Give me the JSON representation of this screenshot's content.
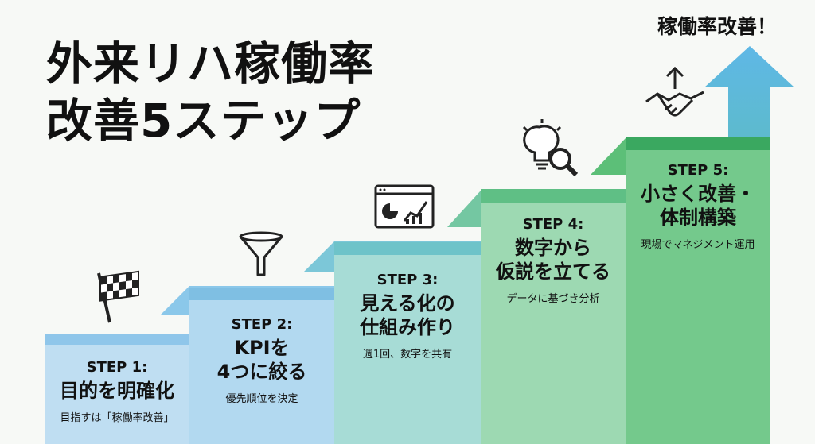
{
  "title_line1": "外来リハ稼働率",
  "title_line2": "改善5ステップ",
  "goal": "稼働率改善！",
  "steps": [
    {
      "num": "STEP 1:",
      "head1": "目的を明確化",
      "head2": "",
      "sub": "目指すは「稼働率改善」",
      "icon": "checkered-flag-icon"
    },
    {
      "num": "STEP 2:",
      "head1": "KPIを",
      "head2": "4つに絞る",
      "sub": "優先順位を決定",
      "icon": "funnel-icon"
    },
    {
      "num": "STEP 3:",
      "head1": "見える化の",
      "head2": "仕組み作り",
      "sub": "週1回、数字を共有",
      "icon": "dashboard-icon"
    },
    {
      "num": "STEP 4:",
      "head1": "数字から",
      "head2": "仮説を立てる",
      "sub": "データに基づき分析",
      "icon": "lightbulb-magnifier-icon"
    },
    {
      "num": "STEP 5:",
      "head1": "小さく改善・",
      "head2": "体制構築",
      "sub": "現場でマネジメント運用",
      "icon": "handshake-icon"
    }
  ],
  "colors": {
    "step1": "#bcdcf2",
    "step2": "#b2daf0",
    "step3": "#a4dbd7",
    "step4": "#9bd8b0",
    "step5": "#72c98b",
    "arrow": "#66c4d8"
  }
}
